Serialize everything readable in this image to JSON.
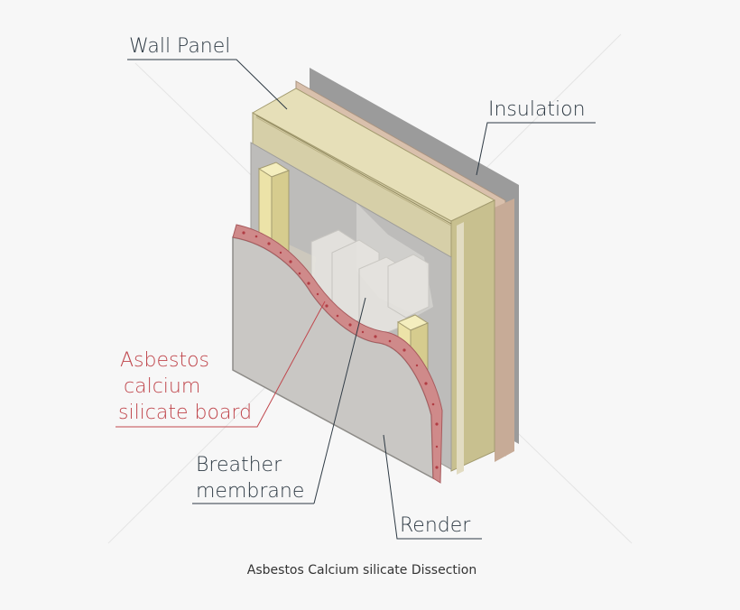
{
  "labels": {
    "wall_panel": "Wall Panel",
    "insulation": "Insulation",
    "asbestos_line1": "Asbestos",
    "asbestos_line2": "calcium",
    "asbestos_line3": "silicate board",
    "breather_line1": "Breather",
    "breather_line2": "membrane",
    "render": "Render"
  },
  "caption": "Asbestos Calcium silicate Dissection",
  "colors": {
    "background": "#f7f7f7",
    "label_text": "#2e3a44",
    "asbestos_label": "#c0474d",
    "wall_panel": "#d6cfa8",
    "insulation": "#d9c0ac",
    "render": "#c9c7c4",
    "stud": "#ece3a8",
    "asbestos_board": "#cf8a8a"
  }
}
